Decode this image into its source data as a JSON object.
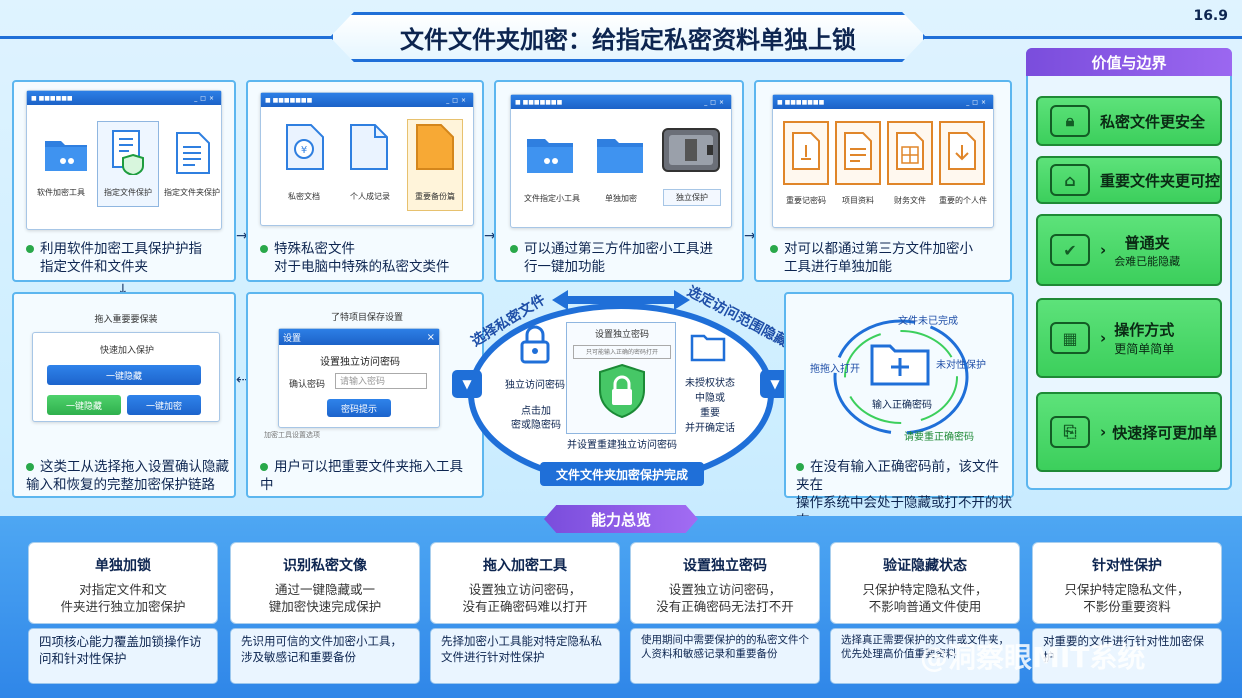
{
  "header": {
    "title": "文件文件夹加密：给指定私密资料单独上锁",
    "version": "16.9"
  },
  "step1": {
    "items": [
      "软件加密工具",
      "指定文件保护",
      "指定文件夹保护"
    ],
    "caption_line1": "利用软件加密工具保护护指",
    "caption_line2": "指定文件和文件夹"
  },
  "step2": {
    "items": [
      "私密文档",
      "个人成记录",
      "重要备份篇"
    ],
    "caption_line1": "特殊私密文件",
    "caption_line2": "对于电脑中特殊的私密文类件"
  },
  "step3": {
    "items": [
      "文件指定小工具",
      "单独加密",
      "独立保护"
    ],
    "caption_line1": "可以通过第三方件加密小工具进",
    "caption_line2": "行一键加功能"
  },
  "step4": {
    "items": [
      "重要记密码",
      "项目资料",
      "财务文件",
      "重要的个人件"
    ],
    "caption_line1": "对可以都通过第三方文件加密小",
    "caption_line2": "工具进行单独加能"
  },
  "step5": {
    "top_label": "拖入重要要保装",
    "box_title": "快速加入保护",
    "btn_hide": "一键隐藏",
    "btn_green": "一键隐藏",
    "btn_encrypt": "一键加密",
    "caption_line1": "这类工从选择拖入设置确认隐藏",
    "caption_line2": "输入和恢复的完整加密保护链路"
  },
  "step6": {
    "top_label": "了特项目保存设置",
    "dialog_title": "设置",
    "dialog_heading": "设置独立访问密码",
    "field_label": "确认密码",
    "field_placeholder": "请输入密码",
    "btn_confirm": "密码提示",
    "footer": "加密工具设置选项",
    "caption_line1": "用户可以把重要文件夹拖入工具",
    "caption_line2": "中"
  },
  "center": {
    "arc_left": "选择私密文件",
    "arc_right": "选定访问范围隐藏",
    "card_title": "设置独立密码",
    "card_input": "只可能输入正确的密码打开",
    "lock_label": "独立访问密码",
    "click_label_1": "点击加",
    "click_label_2": "密或隐密码",
    "folder_label_1": "未授权状态",
    "folder_label_2": "中隐或",
    "folder_label_3": "重要",
    "folder_label_4": "并开确定话",
    "bottom_label": "并设置重建独立访问密码",
    "complete": "文件文件夹加密保护完成"
  },
  "step7": {
    "top": "文件未已完成",
    "left": "拖拖入打开",
    "right": "未对性保护",
    "center": "输入正确密码",
    "bottom": "请要重正确密码",
    "caption_line1": "在没有输入正确密码前，该文件夹在",
    "caption_line2": "操作系统中会处于隐藏或打不开的状态"
  },
  "panel": {
    "title": "价值与边界",
    "items": [
      {
        "label": "私密文件更安全",
        "sub": ""
      },
      {
        "label": "重要文件夹更可控",
        "sub": ""
      },
      {
        "label": "普通夹",
        "sub": "会难已能隐藏"
      },
      {
        "label": "操作方式",
        "sub": "更简单简单"
      },
      {
        "label": "快速择可更加单",
        "sub": ""
      }
    ]
  },
  "summary": {
    "title": "能力总览",
    "cards": [
      {
        "title": "单独加锁",
        "line1": "对指定文件和文",
        "line2": "件夹进行独立加密保护",
        "note": "四项核心能力覆盖加锁操作访问和针对性保护"
      },
      {
        "title": "识别私密文像",
        "line1": "通过一键隐藏或一",
        "line2": "键加密快速完成保护",
        "note": "先识用可信的文件加密小工具，涉及敏感记和重要备份"
      },
      {
        "title": "拖入加密工具",
        "line1": "设置独立访问密码，",
        "line2": "没有正确密码难以打开",
        "note": "先择加密小工具能对特定隐私私文件进行针对性保护"
      },
      {
        "title": "设置独立密码",
        "line1": "设置独立访问密码，",
        "line2": "没有正确密码无法打不开",
        "note": "使用期间中需要保护的的私密文件个人资料和敏感记录和重要备份"
      },
      {
        "title": "验证隐藏状态",
        "line1": "只保护特定隐私文件，",
        "line2": "不影响普通文件使用",
        "note": "选择真正需要保护的文件或文件夹，优先处理高价值重要资料"
      },
      {
        "title": "针对性保护",
        "line1": "只保护特定隐私文件，",
        "line2": "不影份重要资料",
        "note": "对重要的文件进行针对性加密保护"
      }
    ]
  },
  "watermark": "@洞察眼MIT系统",
  "colors": {
    "accent": "#1f6fd8",
    "green": "#3ccf5c",
    "purple": "#7a4ddc"
  }
}
